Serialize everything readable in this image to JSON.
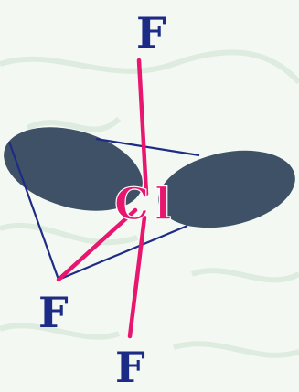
{
  "colors": {
    "background": "#f4f8f3",
    "background_pattern": "#d9eadb",
    "lone_pair": "#3e5166",
    "bond": "#e8166e",
    "outline": "#1f2c85",
    "fluorine_label": "#1c2b86",
    "chlorine_label": "#e8166e"
  },
  "atoms": {
    "top_fluorine": "F",
    "left_fluorine": "F",
    "bottom_fluorine": "F",
    "center": "Cl"
  }
}
